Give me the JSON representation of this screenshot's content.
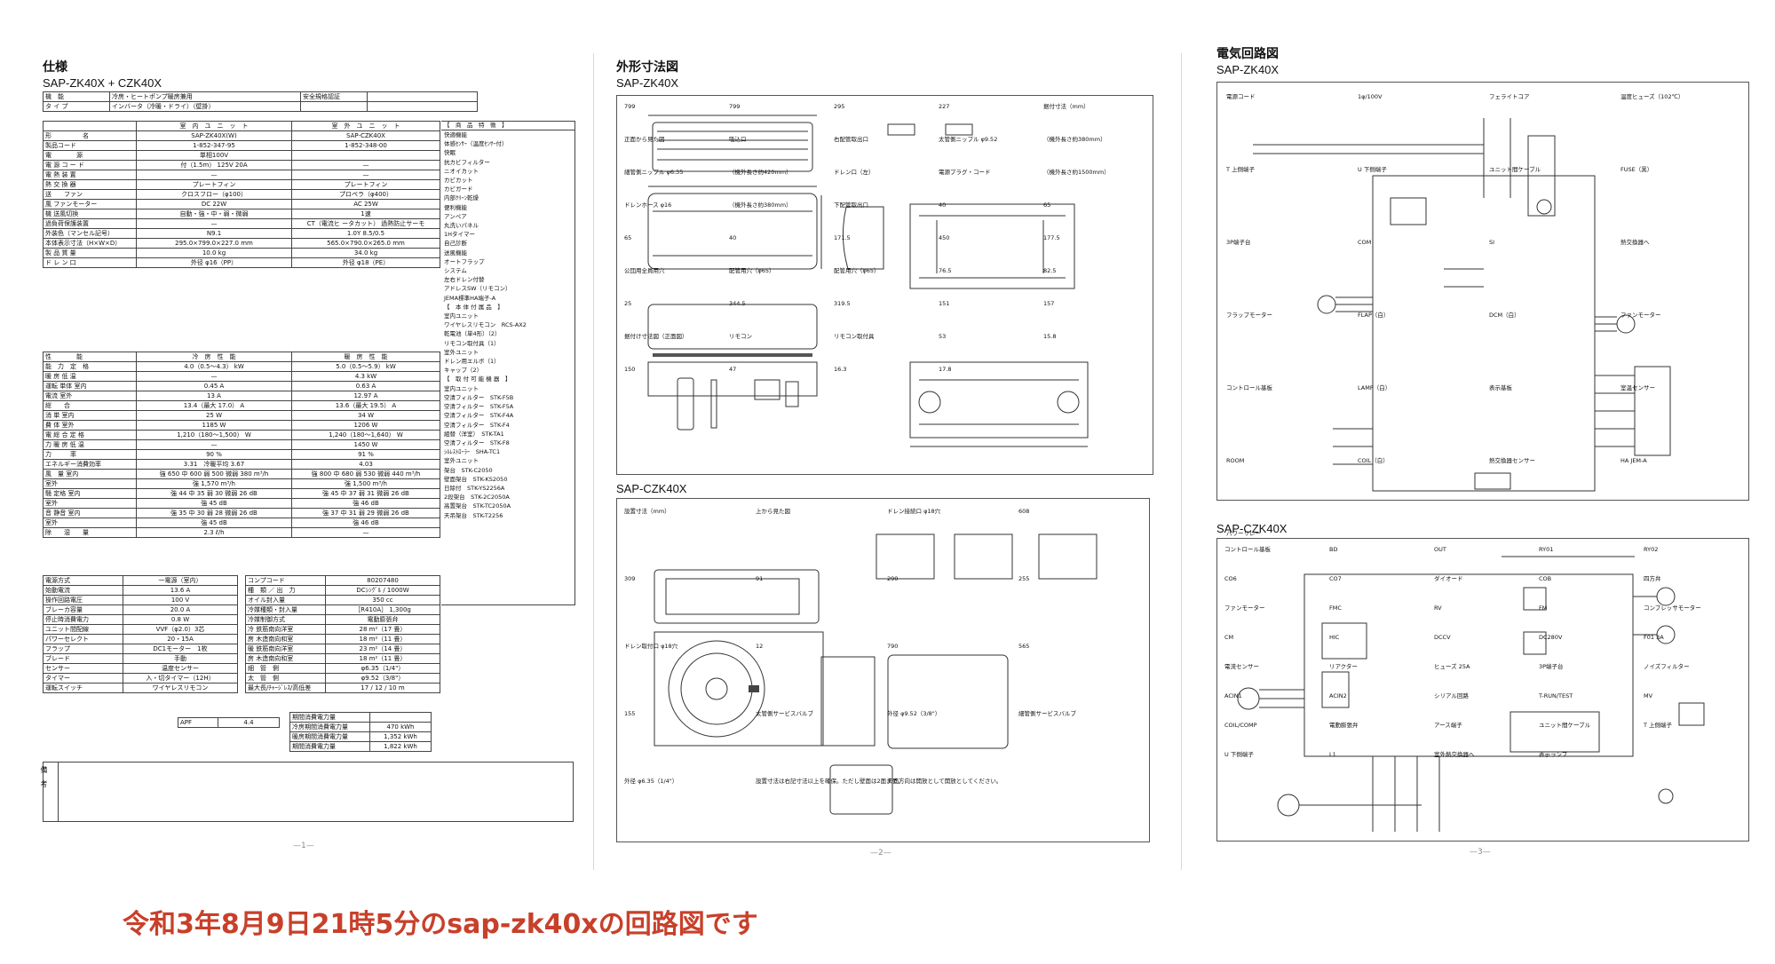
{
  "page1": {
    "title": "仕様",
    "model": "SAP-ZK40X + CZK40X",
    "page_number": "—1—",
    "header_rows": [
      {
        "label": "機　能",
        "value": "冷房・ヒートポンプ暖房兼用",
        "label2": "安全規格認証",
        "value2": ""
      },
      {
        "label": "タ イ プ",
        "value": "インバータ（冷暖・ドライ）（壁掛）",
        "label2": "",
        "value2": ""
      }
    ],
    "unit_header": {
      "indoor": "室　内　ユ　ニ　ッ　ト",
      "outdoor": "室　外　ユ　ニ　ッ　ト",
      "features": "【　商　品　特　徴　】"
    },
    "main_rows": [
      {
        "label": "形　　　　　名",
        "indoor": "SAP-ZK40X(W)",
        "outdoor": "SAP-CZK40X"
      },
      {
        "label": "製品コード",
        "indoor": "1-852-347-95",
        "outdoor": "1-852-348-00"
      },
      {
        "label": "電　　　　源",
        "indoor": "単相100V",
        "outdoor": ""
      },
      {
        "label": "電 源 コ ー ド",
        "indoor": "付（1.5m） 125V 20A",
        "outdoor": "—"
      },
      {
        "label": "電 熱 装 置",
        "indoor": "—",
        "outdoor": "—"
      },
      {
        "label": "熱 交 換 器",
        "indoor": "プレートフィン",
        "outdoor": "プレートフィン"
      },
      {
        "label": "送　　ファン",
        "indoor": "クロスフロー（φ100）",
        "outdoor": "プロペラ（φ400）"
      },
      {
        "label": "風 ファンモーター",
        "indoor": "DC 22W",
        "outdoor": "AC 25W"
      },
      {
        "label": "機 送風切換",
        "indoor": "自動・強・中・弱・微弱",
        "outdoor": "1速"
      },
      {
        "label": "過負荷保護装置",
        "indoor": "—",
        "outdoor": "CT（電流ヒ ータカット） 過熱防止サーモ"
      },
      {
        "label": "外装色（マンセル記号）",
        "indoor": "N9.1",
        "outdoor": "1.0Y 8.5/0.5"
      },
      {
        "label": "本体表示寸法（H×W×D）",
        "indoor": "295.0×799.0×227.0 mm",
        "outdoor": "565.0×790.0×265.0 mm"
      },
      {
        "label": "製 品 質 量",
        "indoor": "10.0 kg",
        "outdoor": "34.0 kg"
      },
      {
        "label": "ド レ ン 口",
        "indoor": "外径 φ16（PP）",
        "outdoor": "外径 φ18（PE）"
      }
    ],
    "features": [
      "快適機能",
      "体感ｾﾝｻｰ（温度ｾﾝｻｰ付）",
      "快眠",
      "抗カビフィルター",
      "ニオイカット",
      "カビカット",
      "カビガード",
      "内部ｸﾘｰﾝ乾燥",
      "便利機能",
      "アンペア",
      "丸洗いパネル",
      "1Hタイマー",
      "自己診断",
      "送風機能",
      "オートフラップ",
      "システム",
      "左右ドレン付替",
      "アドレスSW（リモコン）",
      "JEMA標準HA端子-A",
      "【　本 体 付 属 品　】",
      "室内ユニット",
      "ワイヤレスリモコン　RCS-AX2",
      "乾電池（単4形）（2）",
      "リモコン取付具（1）",
      "室外ユニット",
      "ドレン用エルボ（1）",
      "キャップ（2）",
      "【　取 付 可 能 機 器　】",
      "室内ユニット",
      "空清フィルター　STK-F5B",
      "空清フィルター　STK-F5A",
      "空清フィルター　STK-F4A",
      "空清フィルター　STK-F4",
      "組替（洋室）　STK-TA1",
      "空清フィルター　STK-F8",
      "ｼﾙﾚｽﾄﾛｰﾗｰ　SHA-TC1",
      "室外ユニット",
      "架台　STK-C2050",
      "壁面架台　STK-KS2050",
      "日除付　STK-YS2256A",
      "2段架台　STK-2C2050A",
      "高置架台　STK-TC2050A",
      "天吊架台　STK-T2256"
    ],
    "perf_header": {
      "label": "性　　　　能",
      "cool": "冷　房　性　能",
      "heat": "暖　房　性　能"
    },
    "perf_rows": [
      {
        "label": "能　力　定　格",
        "cool": "4.0（0.5〜4.3） kW",
        "heat": "5.0（0.5〜5.9） kW"
      },
      {
        "label": "暖 房 低 温",
        "cool": "—",
        "heat": "4.3 kW"
      },
      {
        "label": "運転 単体 室内",
        "cool": "0.45 A",
        "heat": "0.63 A"
      },
      {
        "label": "電流 室外",
        "cool": "13 A",
        "heat": "12.97 A"
      },
      {
        "label": "総　　合",
        "cool": "13.4（最大 17.0） A",
        "heat": "13.6（最大 19.5） A"
      },
      {
        "label": "消 単 室内",
        "cool": "25 W",
        "heat": "34 W"
      },
      {
        "label": "費 体 室外",
        "cool": "1185 W",
        "heat": "1206 W"
      },
      {
        "label": "電 総 合 定 格",
        "cool": "1,210（180〜1,500） W",
        "heat": "1,240（180〜1,640） W"
      },
      {
        "label": "力 暖 房 低 温",
        "cool": "—",
        "heat": "1450 W"
      },
      {
        "label": "力　　　率",
        "cool": "90 %",
        "heat": "91 %"
      },
      {
        "label": "エネルギー消費効率",
        "cool": "3.31　冷暖平均 3.67",
        "heat": "4.03"
      },
      {
        "label": "風　量 室内",
        "cool": "強 650 中 600 弱 500 微弱 380 m³/h",
        "heat": "強 800 中 680 弱 530 微弱 440 m³/h"
      },
      {
        "label": "室外",
        "cool": "強 1,570 m³/h",
        "heat": "強 1,500 m³/h"
      },
      {
        "label": "騒 定格 室内",
        "cool": "強 44 中 35 弱 30 微弱 26 dB",
        "heat": "強 45 中 37 弱 31 微弱 26 dB"
      },
      {
        "label": "室外",
        "cool": "強 45 dB",
        "heat": "強 46 dB"
      },
      {
        "label": "音 静音 室内",
        "cool": "強 35 中 30 弱 28 微弱 26 dB",
        "heat": "強 37 中 31 弱 29 微弱 26 dB"
      },
      {
        "label": "室外",
        "cool": "強 45 dB",
        "heat": "強 46 dB"
      },
      {
        "label": "除　　湿　　量",
        "cool": "2.3 ℓ/h",
        "heat": "—"
      }
    ],
    "elec_rows": [
      {
        "label": "電源方式",
        "value": "一電源（室内）"
      },
      {
        "label": "始動電流",
        "value": "13.6 A"
      },
      {
        "label": "操作回路電圧",
        "value": "100 V"
      },
      {
        "label": "ブレーカ容量",
        "value": "20.0 A"
      },
      {
        "label": "停止時消費電力",
        "value": "0.8 W"
      },
      {
        "label": "ユニット間配線",
        "value": "VVF（φ2.0）3芯"
      },
      {
        "label": "パワーセレクト",
        "value": "20・15A"
      },
      {
        "label": "フラップ",
        "value": "DC1モーター　1枚"
      },
      {
        "label": "ブレード",
        "value": "手動"
      },
      {
        "label": "センサー",
        "value": "温度センサー"
      },
      {
        "label": "タイマー",
        "value": "入・切タイマー（12H）"
      },
      {
        "label": "運転スイッチ",
        "value": "ワイヤレスリモコン"
      }
    ],
    "comp_rows": [
      {
        "label": "コンプコード",
        "value": "80207480"
      },
      {
        "label": "種　類 ／ 出　力",
        "value": "DCｼﾝｸﾞﾙ / 1000W"
      },
      {
        "label": "オイル封入量",
        "value": "350 cc"
      },
      {
        "label": "冷媒種類・封入量",
        "value": "［R410A］ 1,300g"
      },
      {
        "label": "冷媒制御方式",
        "value": "電動膨張弁"
      },
      {
        "label": "冷 鉄筋南向洋室",
        "value": "28 m²（17 畳）"
      },
      {
        "label": "房 木造南向和室",
        "value": "18 m²（11 畳）"
      },
      {
        "label": "暖 鉄筋南向洋室",
        "value": "23 m²（14 畳）"
      },
      {
        "label": "房 木造南向和室",
        "value": "18 m²（11 畳）"
      },
      {
        "label": "細　管　側",
        "value": "φ6.35（1/4\"）"
      },
      {
        "label": "太　管　側",
        "value": "φ9.52（3/8\"）"
      },
      {
        "label": "最大長/ﾁｬｰｼﾞﾚｽ/高低差",
        "value": "17 / 12 / 10 m"
      }
    ],
    "apf_label": "APF",
    "apf_value": "4.4",
    "energy_rows": [
      {
        "label": "期間消費電力量",
        "value": ""
      },
      {
        "label": "冷房期間消費電力量",
        "value": "470 kWh"
      },
      {
        "label": "暖房期間消費電力量",
        "value": "1,352 kWh"
      },
      {
        "label": "期間消費電力量",
        "value": "1,822 kWh"
      }
    ],
    "remarks_label": "備　考"
  },
  "page2": {
    "title": "外形寸法図",
    "model_top": "SAP-ZK40X",
    "model_bottom": "SAP-CZK40X",
    "page_number": "—2—",
    "labels_top": [
      "799",
      "799",
      "295",
      "227",
      "据付寸法（mm）",
      "正面から見た図",
      "吸込口",
      "右配管取出口",
      "太管側ニップル φ9.52",
      "（機外長さ約380mm）",
      "細管側ニップル φ6.35",
      "（機外長さ約420mm）",
      "ドレン口（左）",
      "電源プラグ・コード",
      "（機外長さ約1500mm）",
      "ドレンホース φ16",
      "（機外長さ約380mm）",
      "下配管取出口",
      "40",
      "65",
      "65",
      "40",
      "171.5",
      "450",
      "177.5",
      "公団用全員用穴",
      "配管用穴（φ65）",
      "配管用穴（φ65）",
      "76.5",
      "82.5",
      "25",
      "344.5",
      "319.5",
      "151",
      "157",
      "据付け寸法図（正面図）",
      "リモコン",
      "リモコン取付具",
      "53",
      "15.8",
      "150",
      "47",
      "16.3",
      "17.8"
    ],
    "labels_bottom": [
      "設置寸法（mm）",
      "上から見た図",
      "ドレン接続口 φ18穴",
      "608",
      "309",
      "91",
      "290",
      "255",
      "ドレン取付口 φ18穴",
      "12",
      "790",
      "565",
      "155",
      "太管側サービスバルブ",
      "外径 φ9.52（3/8\"）",
      "細管側サービスバルブ",
      "外径 φ6.35（1/4\"）",
      "設置寸法は右記寸法以上を確保。ただし壁面は2面まで。",
      "天面方向は開放として開放としてください。"
    ]
  },
  "page3": {
    "title": "電気回路図",
    "model_top": "SAP-ZK40X",
    "model_bottom": "SAP-CZK40X",
    "page_number": "—3—",
    "labels_top": [
      "電源コード",
      "1φ/100V",
      "フェライトコア",
      "温度ヒューズ（102℃）",
      "T 上側端子",
      "U 下側端子",
      "ユニット間ケーブル",
      "FUSE（黒）",
      "3P端子台",
      "COM",
      "SI",
      "熱交換器へ",
      "フラップモーター",
      "FLAP（白）",
      "DCM（白）",
      "ファンモーター",
      "コントロール基板",
      "LAMP（白）",
      "表示基板",
      "室温センサー",
      "ROOM",
      "COIL（白）",
      "熱交換器センサー",
      "HA JEM-A",
      "パワーリレー"
    ],
    "labels_bottom": [
      "コントロール基板",
      "BD",
      "OUT",
      "RY01",
      "RY02",
      "CO6",
      "CO7",
      "ダイオード",
      "COB",
      "四方弁",
      "ファンモーター",
      "FMC",
      "RV",
      "FM",
      "コンプレッサモーター",
      "CM",
      "HIC",
      "DCCV",
      "DC280V",
      "F01 3A",
      "電流センサー",
      "リアクター",
      "ヒューズ 25A",
      "3P端子台",
      "ノイズフィルター",
      "ACIN1",
      "ACIN2",
      "シリアル回路",
      "T-RUN/TEST",
      "MV",
      "COIL/COMP",
      "電動膨張弁",
      "アース端子",
      "ユニット間ケーブル",
      "T 上側端子",
      "U 下側端子",
      "L1",
      "室外熱交換器へ",
      "表示ランプ"
    ]
  },
  "caption": "令和3年8月9日21時5分のsap-zk40xの回路図です"
}
